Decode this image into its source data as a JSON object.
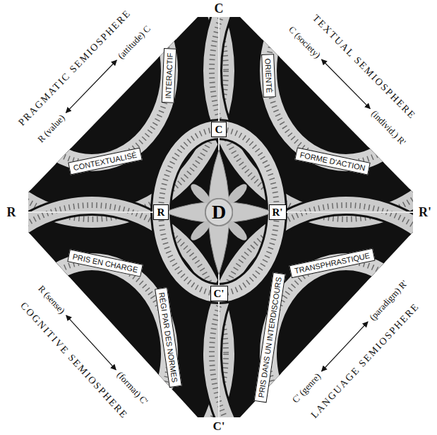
{
  "diagram": {
    "nodes": [
      {
        "text": [
          "INTERACTIF"
        ]
      },
      {
        "text": [
          "ORIENTÉ"
        ]
      },
      {
        "text": [
          "C"
        ]
      },
      {
        "text": [
          "CONTEXTUALISÉ"
        ]
      },
      {
        "text": [
          "FORME D'ACTION"
        ]
      },
      {
        "text": [
          "R"
        ]
      },
      {
        "text": [
          "D"
        ]
      },
      {
        "text": [
          "R'"
        ]
      },
      {
        "text": [
          "PRIS EN CHARGE"
        ]
      },
      {
        "text": [
          "TRANSPHRASTIQUE"
        ]
      },
      {
        "text": [
          "C'"
        ]
      },
      {
        "text": [
          "RÉGI PAR DES NORMES"
        ]
      },
      {
        "text": [
          "PRIS DANS UN INTERDISCOURS"
        ]
      }
    ],
    "labels": [
      "C",
      "PRAGMATIC SEMIOSPHERE",
      "R (value)",
      "(attitude) C",
      "TEXTUAL SEMIOSPHERE",
      "C (society)",
      "(individ.) R'",
      "R",
      "R'",
      "R (sense)",
      "COGNITIVE SEMIOSPHERE",
      "(format) C'",
      "C' (genre)",
      "LANGUAGE SEMIOSPHERE",
      "(paradigm) R'",
      "C'"
    ]
  }
}
